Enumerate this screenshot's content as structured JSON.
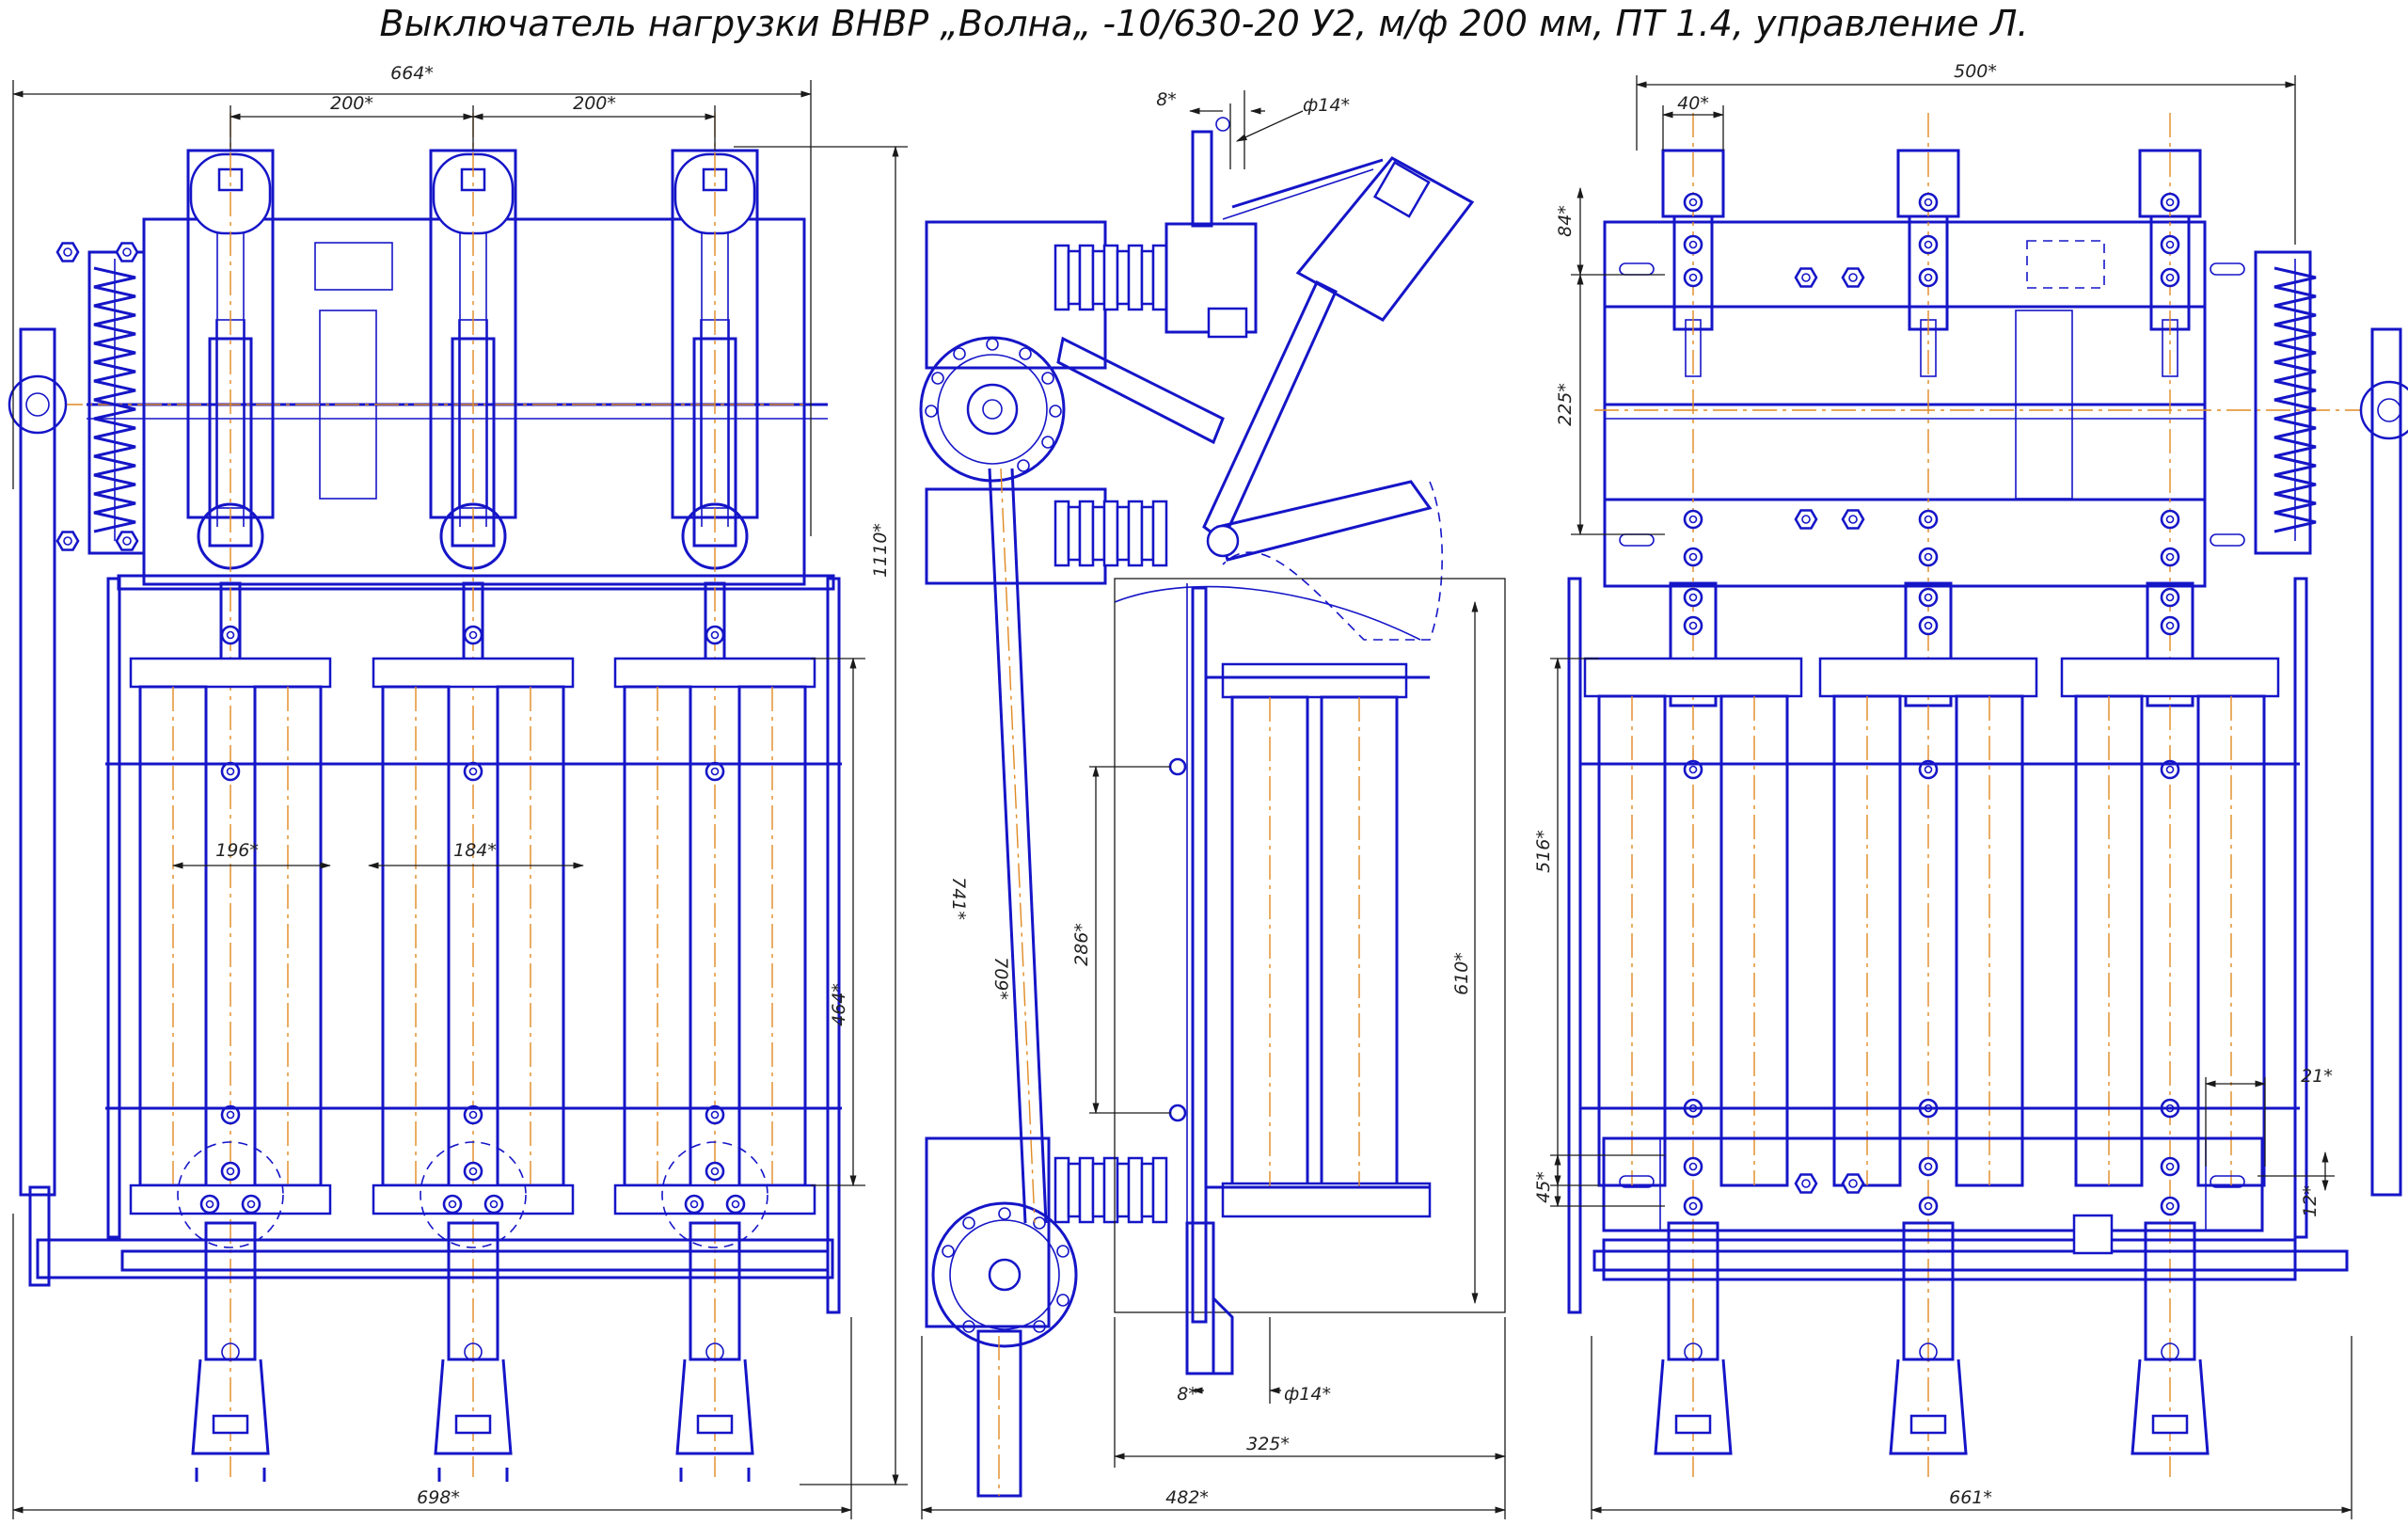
{
  "title": "Выключатель нагрузки ВНВР „Волна„ -10/630-20 У2, м/ф 200 мм, ПТ 1.4, управление Л.",
  "dims": {
    "front_width_top": "664*",
    "pitch_left": "200*",
    "pitch_right": "200*",
    "height_total": "1110*",
    "fuse_span_left": "196*",
    "fuse_span_right": "184*",
    "fuse_height": "464*",
    "front_width_bottom": "698*",
    "side_top_gap": "8*",
    "side_hole_top": "ф14*",
    "side_rod_a": "741*",
    "side_rod_b": "709*",
    "side_mid": "286*",
    "side_fuse": "610*",
    "side_bottom_gap": "8*",
    "side_hole_bottom": "ф14*",
    "side_base": "325*",
    "side_width": "482*",
    "rear_width_top": "500*",
    "rear_ear": "40*",
    "rear_top_plate": "84*",
    "rear_mid": "225*",
    "rear_fuse": "516*",
    "rear_bottom_plate": "45*",
    "rear_offset_a": "21*",
    "rear_offset_b": "12*",
    "rear_width_bottom": "661*"
  },
  "colors": {
    "drawing": "#1515c8",
    "axis": "#e08a22",
    "dimension": "#1a1a1a"
  }
}
